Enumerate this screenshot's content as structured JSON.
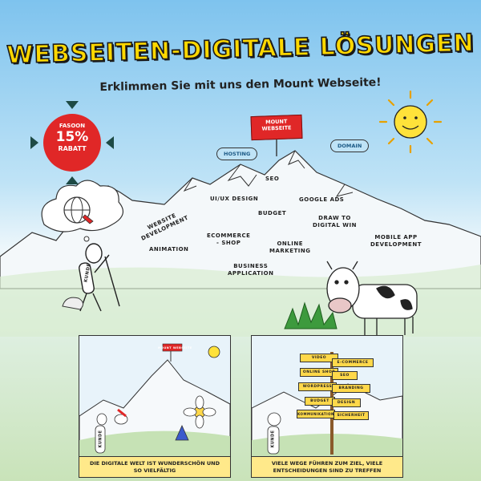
{
  "header": {
    "title": "WEBSEITEN-DIGITALE LÖSUNGEN",
    "subtitle": "Erklimmen Sie mit uns den Mount Webseite!"
  },
  "badge": {
    "brand": "FASOON",
    "percent": "15%",
    "label": "RABATT"
  },
  "flag": {
    "line1": "MOUNT",
    "line2": "WEBSEITE"
  },
  "cloud_tags": {
    "hosting": "HOSTING",
    "domain": "DOMAIN"
  },
  "mountain_labels": {
    "seo": "SEO",
    "uiux": "UI/UX DESIGN",
    "budget": "BUDGET",
    "google_ads": "GOOGLE ADS",
    "website_dev_1": "WEBSITE",
    "website_dev_2": "DEVELOPMENT",
    "draw_1": "DRAW TO",
    "draw_2": "DIGITAL WIN",
    "ecommerce_1": "ECOMMERCE",
    "ecommerce_2": "- SHOP",
    "animation": "ANIMATION",
    "online_1": "ONLINE",
    "online_2": "MARKETING",
    "mobile_1": "MOBILE APP",
    "mobile_2": "DEVELOPMENT",
    "business_1": "BUSINESS",
    "business_2": "APPLICATION"
  },
  "climber_label": "KUNDE",
  "panel_left": {
    "caption_1": "DIE DIGITALE WELT IST WUNDERSCHÖN UND",
    "caption_2": "SO VIELFÄLTIG",
    "flag": "MOUNT WEBSEITE",
    "kunde": "KUNDE"
  },
  "panel_right": {
    "caption_1": "VIELE WEGE FÜHREN ZUM ZIEL, VIELE",
    "caption_2": "ENTSCHEIDUNGEN SIND ZU TREFFEN",
    "kunde": "KUNDE",
    "signs": [
      "VIDEO",
      "E-COMMERCE",
      "ONLINE SHOP",
      "SEO",
      "WORDPRESS",
      "BRANDING",
      "BUDGET",
      "DESIGN",
      "KOMMUNIKATION",
      "SICHERHEIT"
    ]
  },
  "colors": {
    "accent_red": "#e02727",
    "title_yellow": "#ffd800",
    "sky": "#7ec3ee",
    "grass": "#c9e3b9"
  }
}
